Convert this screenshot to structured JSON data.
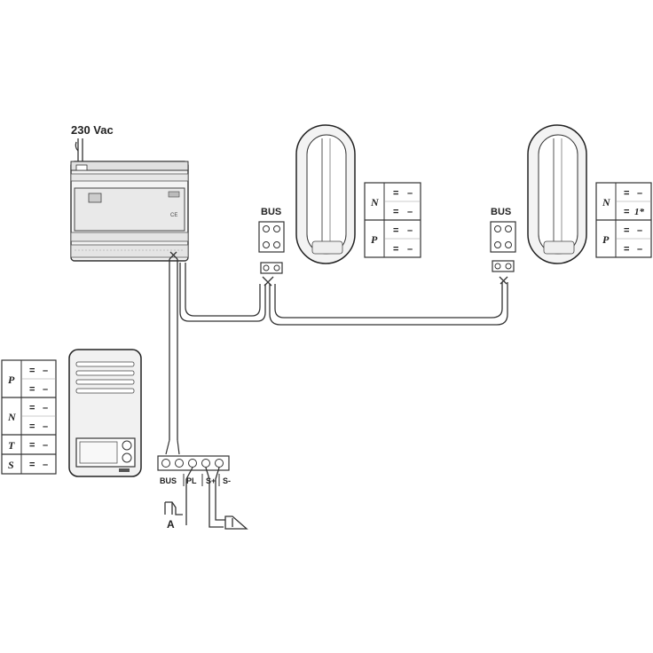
{
  "power_supply": {
    "voltage_label": "230 Vac"
  },
  "bus_labels": {
    "left": "BUS",
    "right": "BUS"
  },
  "handset_1_table": {
    "rows": [
      {
        "key": "N",
        "values": [
          "=",
          "–",
          "=",
          "–"
        ]
      },
      {
        "key": "P",
        "values": [
          "=",
          "–",
          "=",
          "–"
        ]
      }
    ]
  },
  "handset_2_table": {
    "rows": [
      {
        "key": "N",
        "values": [
          "=",
          "–",
          "=",
          "1*"
        ]
      },
      {
        "key": "P",
        "values": [
          "=",
          "–",
          "=",
          "–"
        ]
      }
    ]
  },
  "door_panel_table": {
    "rows": [
      {
        "key": "P",
        "values": [
          "=",
          "–",
          "=",
          "–"
        ]
      },
      {
        "key": "N",
        "values": [
          "=",
          "–",
          "=",
          "–"
        ]
      },
      {
        "key": "T",
        "values": [
          "=",
          "–"
        ]
      },
      {
        "key": "S",
        "values": [
          "=",
          "–"
        ]
      }
    ]
  },
  "terminal_labels": {
    "bus": "BUS",
    "pl": "PL",
    "s_plus": "S+",
    "s_minus": "S-"
  },
  "lock_label": "A"
}
